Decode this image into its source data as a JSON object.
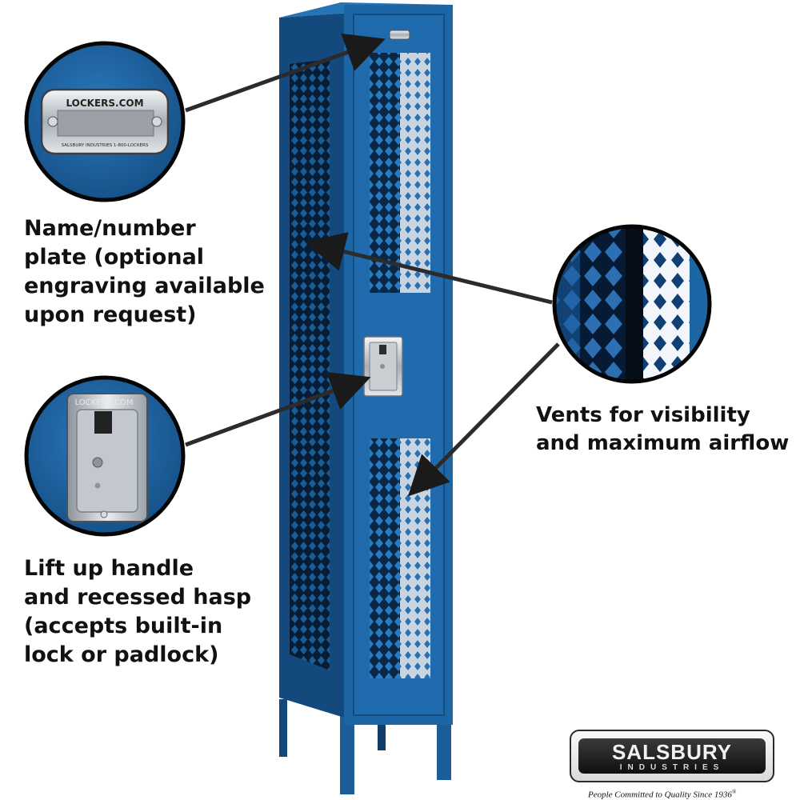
{
  "callouts": {
    "plate": {
      "caption": "Name/number\nplate (optional\nengraving available\nupon request)",
      "plate_text": "LOCKERS.COM",
      "plate_small_text": "SALSBURY INDUSTRIES    1-800-LOCKERS"
    },
    "handle": {
      "caption": "Lift up handle\nand recessed hasp\n(accepts built-in\nlock or padlock)",
      "hasp_text": "LOCKERS.COM"
    },
    "vents": {
      "caption": "Vents for visibility\nand maximum airflow"
    }
  },
  "brand": {
    "name": "SALSBURY",
    "sub": "INDUSTRIES",
    "tagline": "People Committed to Quality Since 1936",
    "registered_mark": "®"
  },
  "colors": {
    "locker_front": "#1d66a6",
    "locker_side": "#12497c",
    "locker_dark": "#0b2c50",
    "circle_border": "#050505",
    "arrow": "#1a1a1a"
  }
}
